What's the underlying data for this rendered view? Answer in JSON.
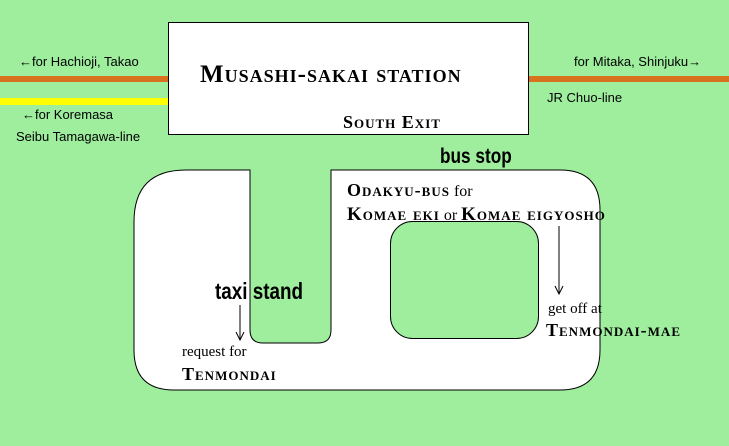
{
  "station": {
    "name": "Musashi-sakai station",
    "exit": "South Exit"
  },
  "rail_lines": {
    "jr_west": "←for Hachioji, Takao",
    "jr_east": "for Mitaka, Shinjuku→",
    "jr_name": "JR Chuo-line",
    "seibu_dir": "←for Koremasa",
    "seibu_name": "Seibu Tamagawa-line",
    "jr_color": "#d9721f",
    "seibu_color": "#ffff00"
  },
  "bus": {
    "heading": "bus stop",
    "operator": "Odakyu-bus",
    "for_word": "for",
    "dest1": "Komae eki",
    "or_word": "or",
    "dest2": "Komae eigyosho",
    "get_off": "get off at",
    "stop": "Tenmondai-mae"
  },
  "taxi": {
    "heading": "taxi stand",
    "request": "request for",
    "dest": "Tenmondai"
  },
  "colors": {
    "background": "#9eee9e",
    "plaza": "#ffffff"
  }
}
